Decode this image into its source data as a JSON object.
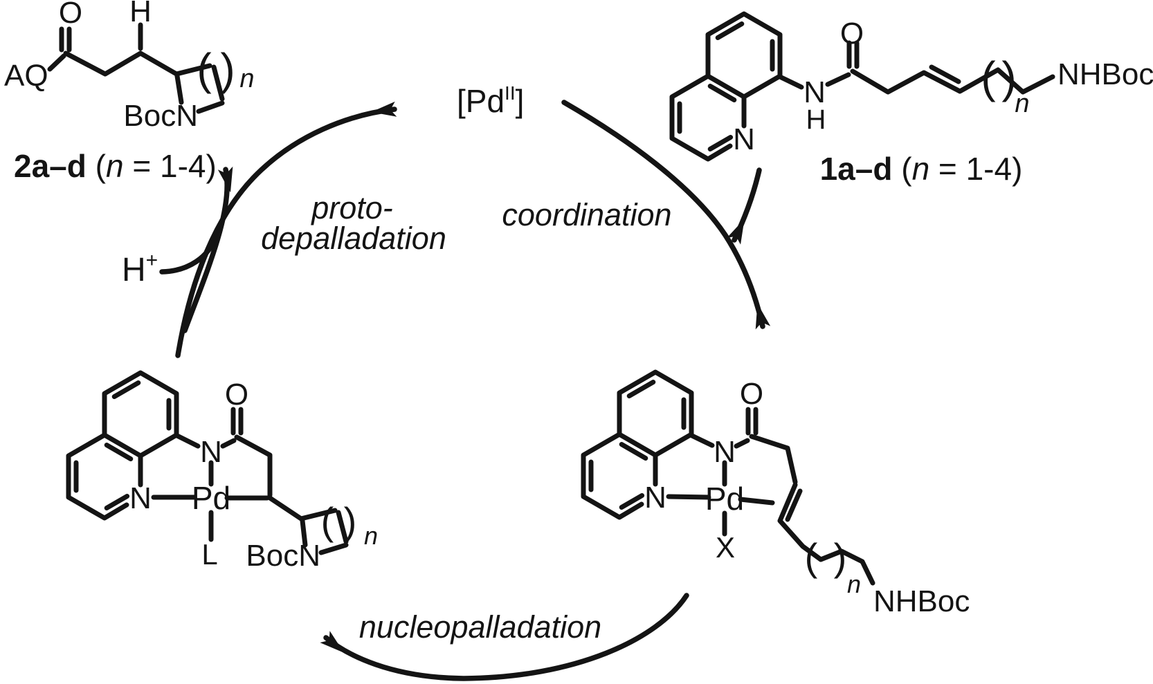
{
  "diagram": {
    "catalyst": {
      "bracket_open": "[",
      "metal": "Pd",
      "oxidation": "II",
      "bracket_close": "]"
    },
    "proton": {
      "symbol": "H",
      "charge": "+"
    },
    "labels": {
      "product_id": "2a–d",
      "product_paren": " (",
      "product_n": "n",
      "product_eq": " = 1-4)",
      "substrate_id": "1a–d",
      "substrate_paren": " (",
      "substrate_n": "n",
      "substrate_eq": " = 1-4)"
    },
    "steps": {
      "coordination": "coordination",
      "nucleopalladation": "nucleopalladation",
      "protodepalladation_1": "proto-",
      "protodepalladation_2": "depalladation"
    },
    "atoms": {
      "aq": "AQ",
      "o": "O",
      "h": "H",
      "n": "N",
      "pd": "Pd",
      "x": "X",
      "l": "L",
      "bocn": "BocN",
      "nhboc": "NHBoc",
      "n_index": "n",
      "paren_open": "(",
      "paren_close": ")"
    },
    "colors": {
      "bond": "#141414",
      "heteroatom_blue": "#2531d8",
      "highlight_red": "#bf0d10",
      "background": "#ffffff"
    }
  }
}
